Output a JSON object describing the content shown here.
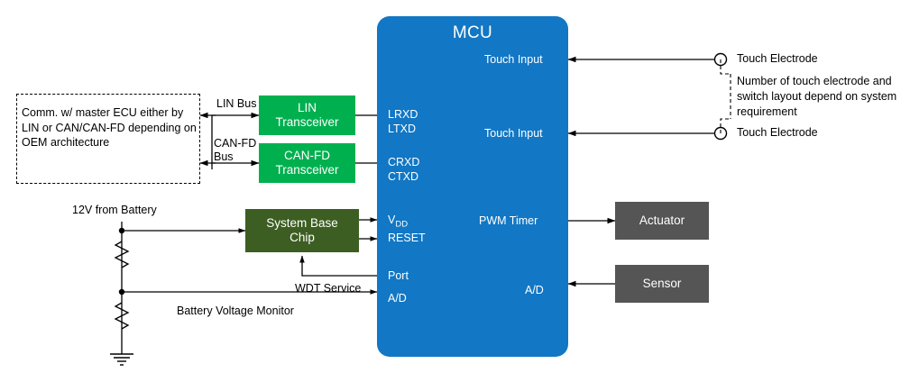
{
  "diagram": {
    "title": "Automotive MCU system block diagram",
    "colors": {
      "mcu": "#1277c4",
      "transceiver": "#00b04f",
      "sbc": "#3d5e22",
      "peripheral": "#555555",
      "line": "#000000"
    },
    "mcu": {
      "title": "MCU",
      "pins": {
        "touch_input_top": "Touch Input",
        "touch_input_bottom": "Touch Input",
        "lrxd": "LRXD",
        "ltxd": "LTXD",
        "crxd": "CRXD",
        "ctxd": "CTXD",
        "vdd": "V",
        "vdd_sub": "DD",
        "reset": "RESET",
        "port": "Port",
        "ad_left": "A/D",
        "pwm_timer": "PWM Timer",
        "ad_right": "A/D"
      }
    },
    "blocks": {
      "lin_transceiver": {
        "line1": "LIN",
        "line2": "Transceiver"
      },
      "can_transceiver": {
        "line1": "CAN-FD",
        "line2": "Transceiver"
      },
      "system_base_chip": {
        "line1": "System Base",
        "line2": "Chip"
      },
      "actuator": "Actuator",
      "sensor": "Sensor"
    },
    "ecu_note": "Comm. w/ master ECU either by LIN or CAN/CAN-FD depending on OEM architecture",
    "bus_labels": {
      "lin_bus": "LIN Bus",
      "can_bus_line1": "CAN-FD",
      "can_bus_line2": "Bus"
    },
    "power": {
      "battery_label": "12V from Battery",
      "battery_monitor": "Battery Voltage Monitor",
      "wdt_service": "WDT Service"
    },
    "touch": {
      "electrode_top": "Touch Electrode",
      "electrode_bottom": "Touch Electrode",
      "note": "Number of touch electrode and switch layout depend on system requirement"
    }
  }
}
